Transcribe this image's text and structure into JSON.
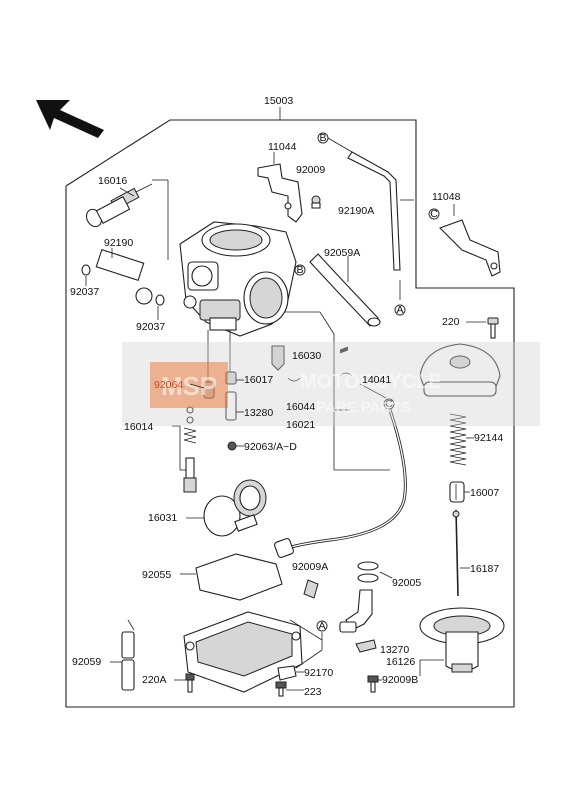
{
  "watermark": {
    "logo_text": "MSP",
    "line1": "MOTORCYCLE",
    "line2": "SPARE PARTS"
  },
  "labels": {
    "p15003": "15003",
    "p11044": "11044",
    "p92009": "92009",
    "p16016": "16016",
    "p92190A": "92190A",
    "p11048": "11048",
    "p92190": "92190",
    "p92037a": "92037",
    "p92059A": "92059A",
    "p92037b": "92037",
    "p220": "220",
    "p16030": "16030",
    "p92064": "92064",
    "p16017": "16017",
    "p14041": "14041",
    "p16044": "16044",
    "p16014": "16014",
    "p13280": "13280",
    "p16021": "16021",
    "p92144": "92144",
    "p92063": "92063/A~D",
    "p16007": "16007",
    "p16031": "16031",
    "p92055": "92055",
    "p92009A": "92009A",
    "p92005": "92005",
    "p16187": "16187",
    "p13270": "13270",
    "p16126": "16126",
    "p92059": "92059",
    "p220A": "220A",
    "p92170": "92170",
    "p92009B": "92009B",
    "p223": "223"
  },
  "markers": {
    "a": "A",
    "b": "B",
    "c": "C"
  }
}
